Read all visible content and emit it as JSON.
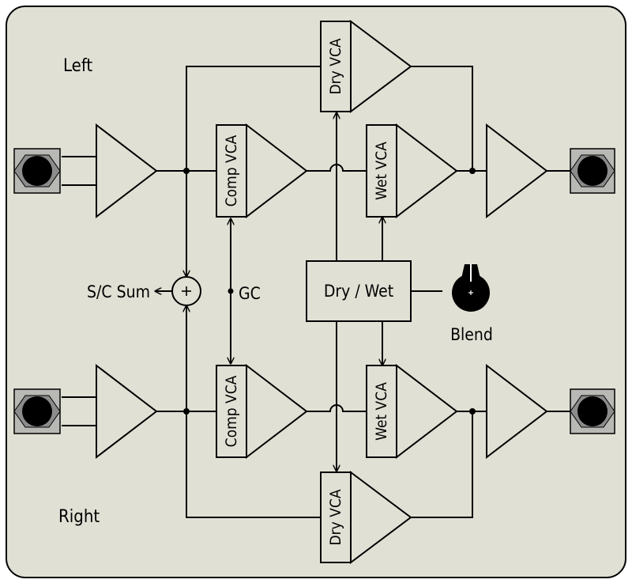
{
  "colors": {
    "panel": "#e0e0d4",
    "ink": "#000000",
    "jack_bezel": "#9a9a9a",
    "jack_hole": "#000000"
  },
  "labels": {
    "left": "Left",
    "right": "Right",
    "sc_sum": "S/C  Sum",
    "gc": "GC",
    "blend": "Blend"
  },
  "blocks": {
    "dry_vca": "Dry  VCA",
    "comp_vca": "Comp  VCA",
    "wet_vca": "Wet  VCA",
    "dry_wet": "Dry  /  Wet"
  },
  "icons": [
    "input-jack-icon",
    "output-jack-icon",
    "blend-knob-icon",
    "summer-plus-icon",
    "arrow-icon"
  ]
}
